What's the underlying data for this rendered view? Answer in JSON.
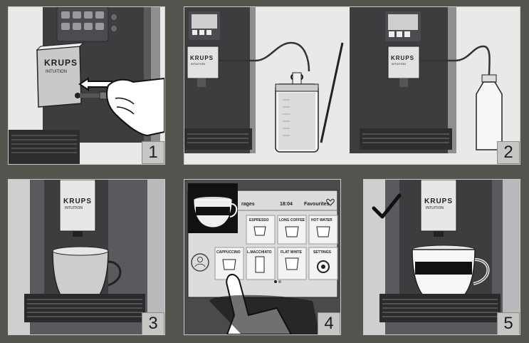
{
  "brand": {
    "name": "KRUPS",
    "model": "INTUITION"
  },
  "steps": [
    {
      "number": "1"
    },
    {
      "number": "2"
    },
    {
      "number": "3"
    },
    {
      "number": "4"
    },
    {
      "number": "5"
    }
  ],
  "screen": {
    "header_left": "rages",
    "time": "18:04",
    "favourites": "Favourites",
    "tiles": [
      "ESPRESSO",
      "LONG COFFEE",
      "HOT WATER",
      "CAPPUCCINO",
      "L.MACCHIATO",
      "FLAT WHITE",
      "SETTINGS"
    ]
  },
  "icons": [
    "arrow-icon",
    "hand-icon",
    "milk-jug-icon",
    "milk-bottle-icon",
    "cup-icon",
    "heart-icon",
    "gear-icon",
    "profile-icon",
    "checkmark-icon"
  ],
  "colors": {
    "background": "#56544e",
    "panel": "#d4d4d2",
    "machine_dark": "#3c3c3e"
  }
}
